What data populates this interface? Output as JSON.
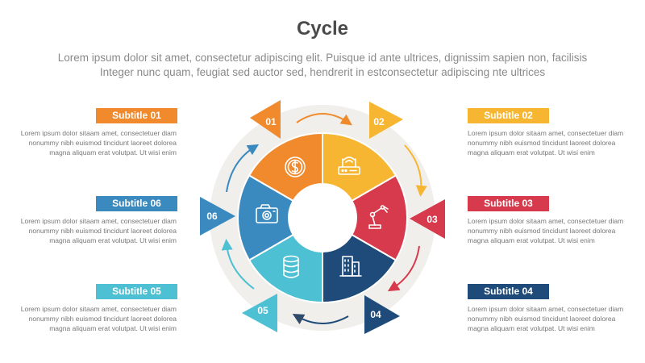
{
  "header": {
    "title": "Cycle",
    "subtitle_line1": "Lorem ipsum dolor sit amet, consectetur adipiscing elit. Puisque id ante ultrices, dignissim sapien non, facilisis",
    "subtitle_line2": "Integer nunc quam, feugiat sed auctor sed, hendrerit in estconsectetur adipiscing nte ultrices"
  },
  "steps": [
    {
      "number": "01",
      "subtitle": "Subtitle 01",
      "color": "#f08a2c",
      "icon": "dollar-coin-icon",
      "desc1": "Lorem ipsum dolor sitaam amet, consectetuer diam",
      "desc2": "nonummy  nibh euismod tincidunt laoreet dolorea",
      "desc3": "magna aliquam erat volutpat. Ut wisi enim"
    },
    {
      "number": "02",
      "subtitle": "Subtitle 02",
      "color": "#f7b631",
      "icon": "router-icon",
      "desc1": "Lorem ipsum dolor sitaam amet, consectetuer diam",
      "desc2": "nonummy  nibh euismod tincidunt laoreet dolorea",
      "desc3": "magna aliquam erat volutpat. Ut wisi enim"
    },
    {
      "number": "03",
      "subtitle": "Subtitle 03",
      "color": "#d63a4c",
      "icon": "robot-arm-icon",
      "desc1": "Lorem ipsum dolor sitaam amet, consectetuer diam",
      "desc2": "nonummy  nibh euismod tincidunt laoreet dolorea",
      "desc3": "magna aliquam erat volutpat. Ut wisi enim"
    },
    {
      "number": "04",
      "subtitle": "Subtitle 04",
      "color": "#1f4b7a",
      "icon": "building-icon",
      "desc1": "Lorem ipsum dolor sitaam amet, consectetuer diam",
      "desc2": "nonummy  nibh euismod tincidunt laoreet dolorea",
      "desc3": "magna aliquam erat volutpat. Ut wisi enim"
    },
    {
      "number": "05",
      "subtitle": "Subtitle 05",
      "color": "#4dc0d3",
      "icon": "database-icon",
      "desc1": "Lorem ipsum dolor sitaam amet, consectetuer diam",
      "desc2": "nonummy  nibh euismod tincidunt laoreet dolorea",
      "desc3": "magna aliquam erat volutpat. Ut wisi enim"
    },
    {
      "number": "06",
      "subtitle": "Subtitle 06",
      "color": "#3a8ac0",
      "icon": "camera-icon",
      "desc1": "Lorem ipsum dolor sitaam amet, consectetuer diam",
      "desc2": "nonummy  nibh euismod tincidunt laoreet dolorea",
      "desc3": "magna aliquam erat volutpat. Ut wisi enim"
    }
  ]
}
